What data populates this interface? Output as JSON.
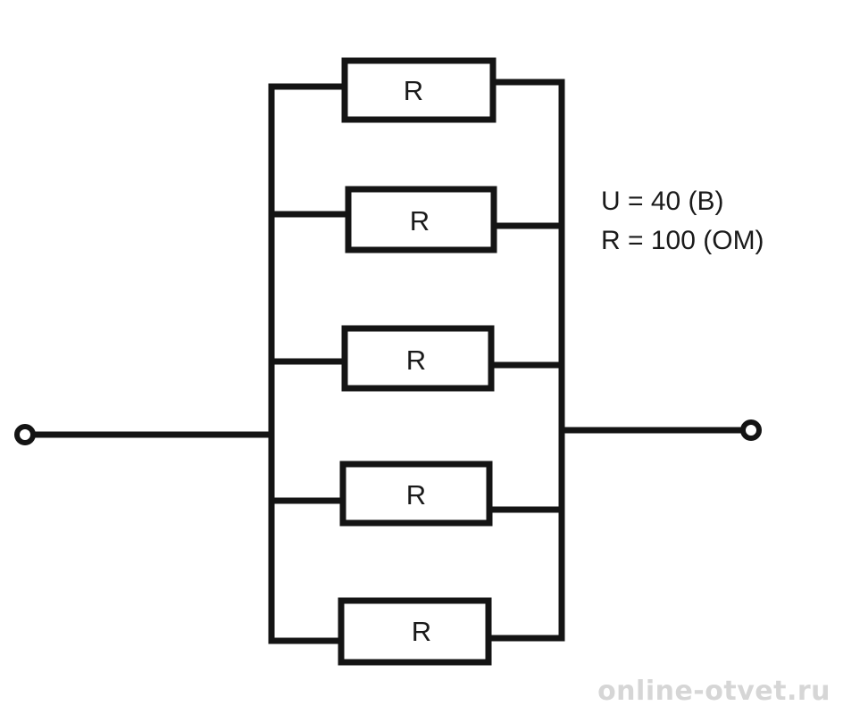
{
  "resistors": [
    {
      "label": "R"
    },
    {
      "label": "R"
    },
    {
      "label": "R"
    },
    {
      "label": "R"
    },
    {
      "label": "R"
    }
  ],
  "parameters": {
    "voltage": "U = 40 (B)",
    "resistance": "R = 100 (OM)"
  },
  "watermark": "online-otvet.ru",
  "colors": {
    "line": "#141414",
    "text": "#1a1a1a",
    "watermark": "#d6d6d6",
    "background": "#ffffff"
  }
}
